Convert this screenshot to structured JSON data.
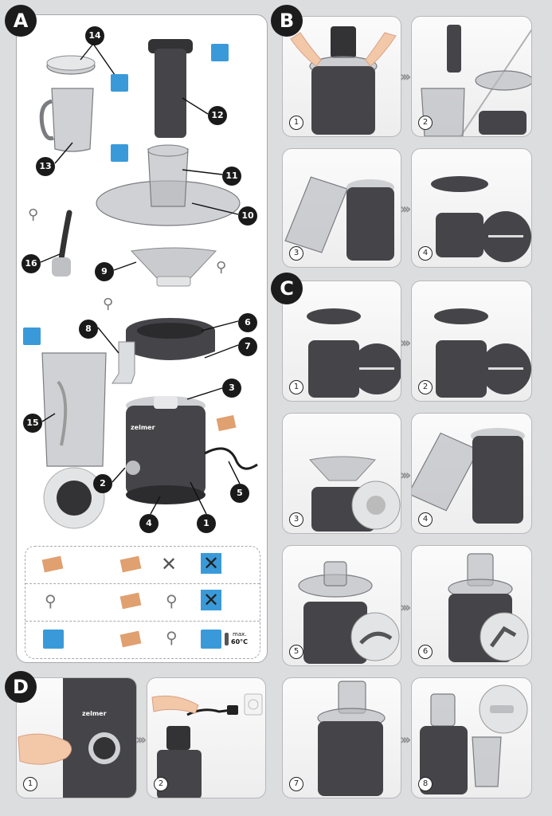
{
  "sections": {
    "a": {
      "label": "A"
    },
    "b": {
      "label": "B"
    },
    "c": {
      "label": "C"
    },
    "d": {
      "label": "D"
    }
  },
  "brand": {
    "name": "zelmer"
  },
  "parts": [
    {
      "num": "1"
    },
    {
      "num": "2"
    },
    {
      "num": "3"
    },
    {
      "num": "4"
    },
    {
      "num": "5"
    },
    {
      "num": "6"
    },
    {
      "num": "7"
    },
    {
      "num": "8"
    },
    {
      "num": "9"
    },
    {
      "num": "10"
    },
    {
      "num": "11"
    },
    {
      "num": "12"
    },
    {
      "num": "13"
    },
    {
      "num": "14"
    },
    {
      "num": "15"
    },
    {
      "num": "16"
    }
  ],
  "steps": {
    "b": [
      "1",
      "2",
      "3",
      "4"
    ],
    "c": [
      "1",
      "2",
      "3",
      "4",
      "5",
      "6",
      "7",
      "8"
    ],
    "d": [
      "1",
      "2"
    ]
  },
  "cleaning_table": {
    "temp_label": "max.",
    "temp_value": "60°C"
  },
  "colors": {
    "accent": "#3a9ad9",
    "dark": "#444448",
    "badge": "#1c1c1c"
  }
}
